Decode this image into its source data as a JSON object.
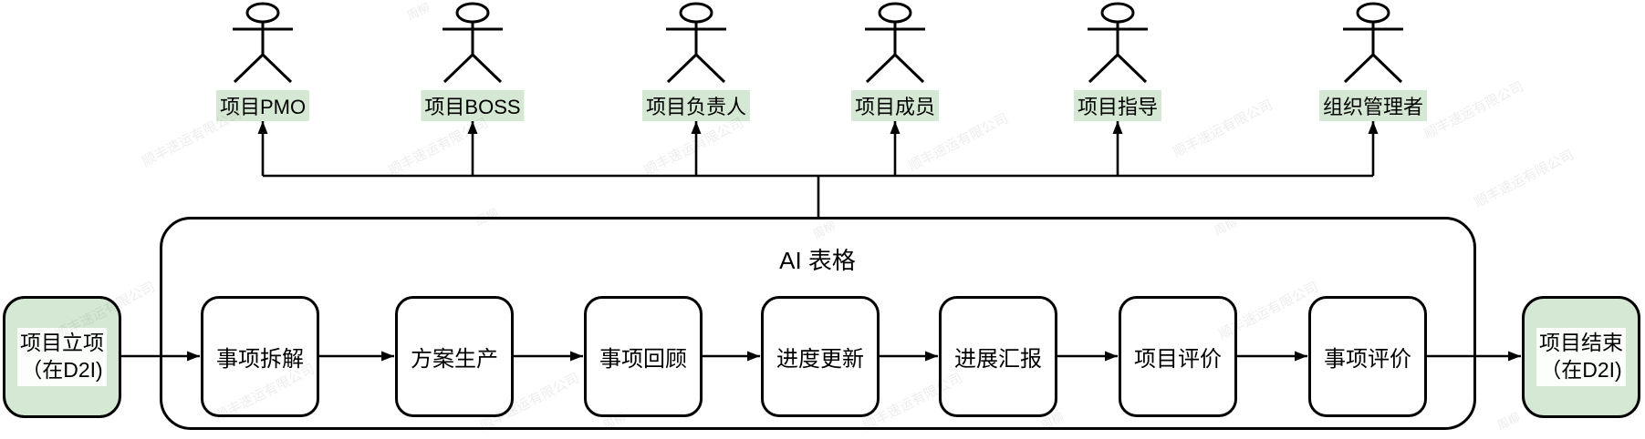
{
  "diagram": {
    "actors": [
      {
        "label": "项目PMO"
      },
      {
        "label": "项目BOSS"
      },
      {
        "label": "项目负责人"
      },
      {
        "label": "项目成员"
      },
      {
        "label": "项目指导"
      },
      {
        "label": "组织管理者"
      }
    ],
    "ai_table": {
      "label": "AI 表格"
    },
    "start_node": {
      "line1": "项目立项",
      "line2": "（在D2I)"
    },
    "steps": [
      {
        "label": "事项拆解"
      },
      {
        "label": "方案生产"
      },
      {
        "label": "事项回顾"
      },
      {
        "label": "进度更新"
      },
      {
        "label": "进展汇报"
      },
      {
        "label": "项目评价"
      },
      {
        "label": "事项评价"
      }
    ],
    "end_node": {
      "line1": "项目结束",
      "line2": "（在D2I)"
    },
    "colors": {
      "node_fill_green": "#d5e8d4",
      "box_fill": "#ffffff",
      "stroke": "#000000"
    },
    "watermarks": {
      "company": "顺丰速运有限公司",
      "person": "周柳"
    }
  }
}
